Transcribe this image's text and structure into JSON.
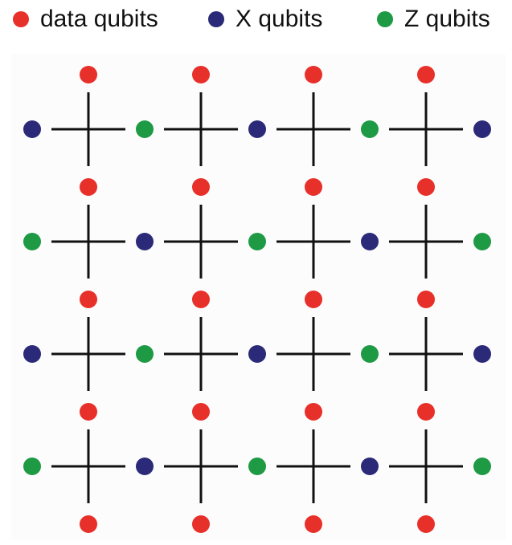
{
  "legend": {
    "data": {
      "label": "data qubits",
      "color": "#e8302a",
      "icon": "red-dot-icon"
    },
    "x": {
      "label": "X qubits",
      "color": "#2b2a78",
      "icon": "navy-dot-icon"
    },
    "z": {
      "label": "Z qubits",
      "color": "#1e9a45",
      "icon": "green-dot-icon"
    }
  },
  "lattice": {
    "data_rows": 5,
    "data_cols": 4,
    "ancilla_rows": 4,
    "ancilla_cols": 5,
    "ancilla_pattern": [
      [
        "X",
        "Z",
        "X",
        "Z",
        "X"
      ],
      [
        "Z",
        "X",
        "Z",
        "X",
        "Z"
      ],
      [
        "X",
        "Z",
        "X",
        "Z",
        "X"
      ],
      [
        "Z",
        "X",
        "Z",
        "X",
        "Z"
      ]
    ],
    "line_color": "#111111"
  }
}
